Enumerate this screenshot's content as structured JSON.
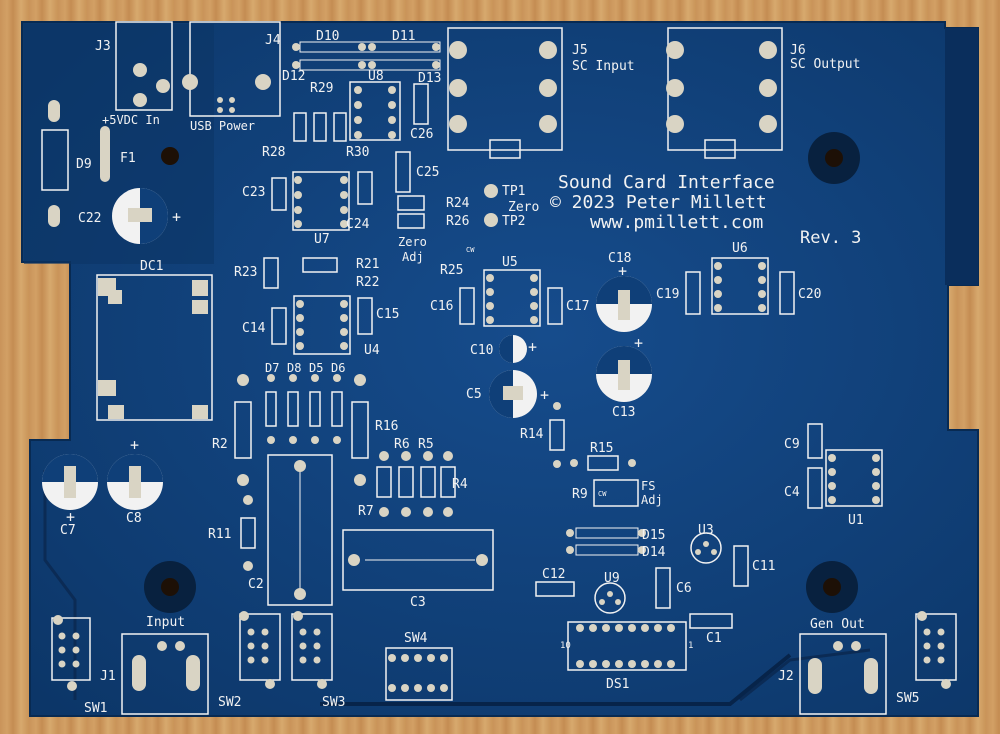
{
  "board": {
    "title_line1": "Sound Card Interface",
    "title_line2": "©  2023 Peter Millett",
    "url": "www.pmillett.com",
    "revision": "Rev. 3"
  },
  "connectors": {
    "j3": "J3",
    "j4": "J4",
    "j5": "J5",
    "j6": "J6",
    "j1": "J1",
    "j2": "J2",
    "j3_caption": "+5VDC In",
    "j4_caption": "USB Power",
    "j5_caption": "SC Input",
    "j6_caption": "SC Output",
    "j1_caption": "Input",
    "j2_caption": "Gen Out"
  },
  "switches": {
    "sw1": "SW1",
    "sw2": "SW2",
    "sw3": "SW3",
    "sw4": "SW4",
    "sw5": "SW5"
  },
  "testpoints": {
    "tp1": "TP1",
    "tp2": "TP2",
    "zero": "Zero",
    "zero_adj_1": "Zero",
    "zero_adj_2": "Adj",
    "fs_1": "FS",
    "fs_2": "Adj",
    "cw1": "CW",
    "cw2": "CW"
  },
  "diodes": {
    "d5": "D5",
    "d6": "D6",
    "d7": "D7",
    "d8": "D8",
    "d9": "D9",
    "d10": "D10",
    "d11": "D11",
    "d12": "D12",
    "d13": "D13",
    "d14": "D14",
    "d15": "D15"
  },
  "ics": {
    "u1": "U1",
    "u3": "U3",
    "u4": "U4",
    "u5": "U5",
    "u6": "U6",
    "u7": "U7",
    "u8": "U8",
    "u9": "U9",
    "ds1": "DS1",
    "dc1": "DC1",
    "f1": "F1",
    "ds1_pin10": "10",
    "ds1_pin1": "1"
  },
  "resistors": {
    "r2": "R2",
    "r4": "R4",
    "r5": "R5",
    "r6": "R6",
    "r7": "R7",
    "r9": "R9",
    "r11": "R11",
    "r14": "R14",
    "r15": "R15",
    "r16": "R16",
    "r21": "R21",
    "r22": "R22",
    "r23": "R23",
    "r24": "R24",
    "r25": "R25",
    "r26": "R26",
    "r28": "R28",
    "r29": "R29",
    "r30": "R30"
  },
  "capacitors": {
    "c1": "C1",
    "c2": "C2",
    "c3": "C3",
    "c4": "C4",
    "c5": "C5",
    "c6": "C6",
    "c7": "C7",
    "c8": "C8",
    "c9": "C9",
    "c10": "C10",
    "c11": "C11",
    "c12": "C12",
    "c13": "C13",
    "c14": "C14",
    "c15": "C15",
    "c16": "C16",
    "c17": "C17",
    "c18": "C18",
    "c19": "C19",
    "c20": "C20",
    "c22": "C22",
    "c23": "C23",
    "c24": "C24",
    "c25": "C25",
    "c26": "C26"
  },
  "polarity": {
    "plus": "+"
  },
  "colors": {
    "soldermask": "#0f3f78",
    "soldermask_dark": "#0a2e5c",
    "silkscreen": "#f2f2f2",
    "pad": "#d9d4c4",
    "wood": "#c9935a"
  }
}
